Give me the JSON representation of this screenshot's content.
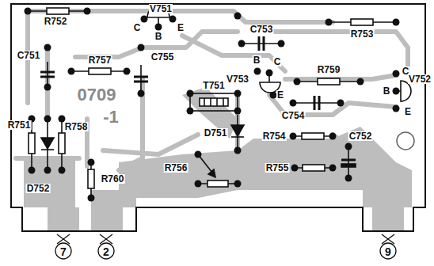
{
  "diagram": {
    "labels": [
      "R752",
      "V751",
      "C",
      "E",
      "B",
      "C753",
      "R753",
      "C751",
      "C755",
      "R757",
      "C",
      "R759",
      "C",
      "V753",
      "B",
      "E",
      "B",
      "V752",
      "0709",
      "T751",
      "E",
      "C754",
      "-1",
      "R751",
      "R758",
      "D751",
      "R754",
      "C752",
      "R756",
      "R755",
      "R760",
      "D752",
      "7",
      "2",
      "9"
    ]
  }
}
